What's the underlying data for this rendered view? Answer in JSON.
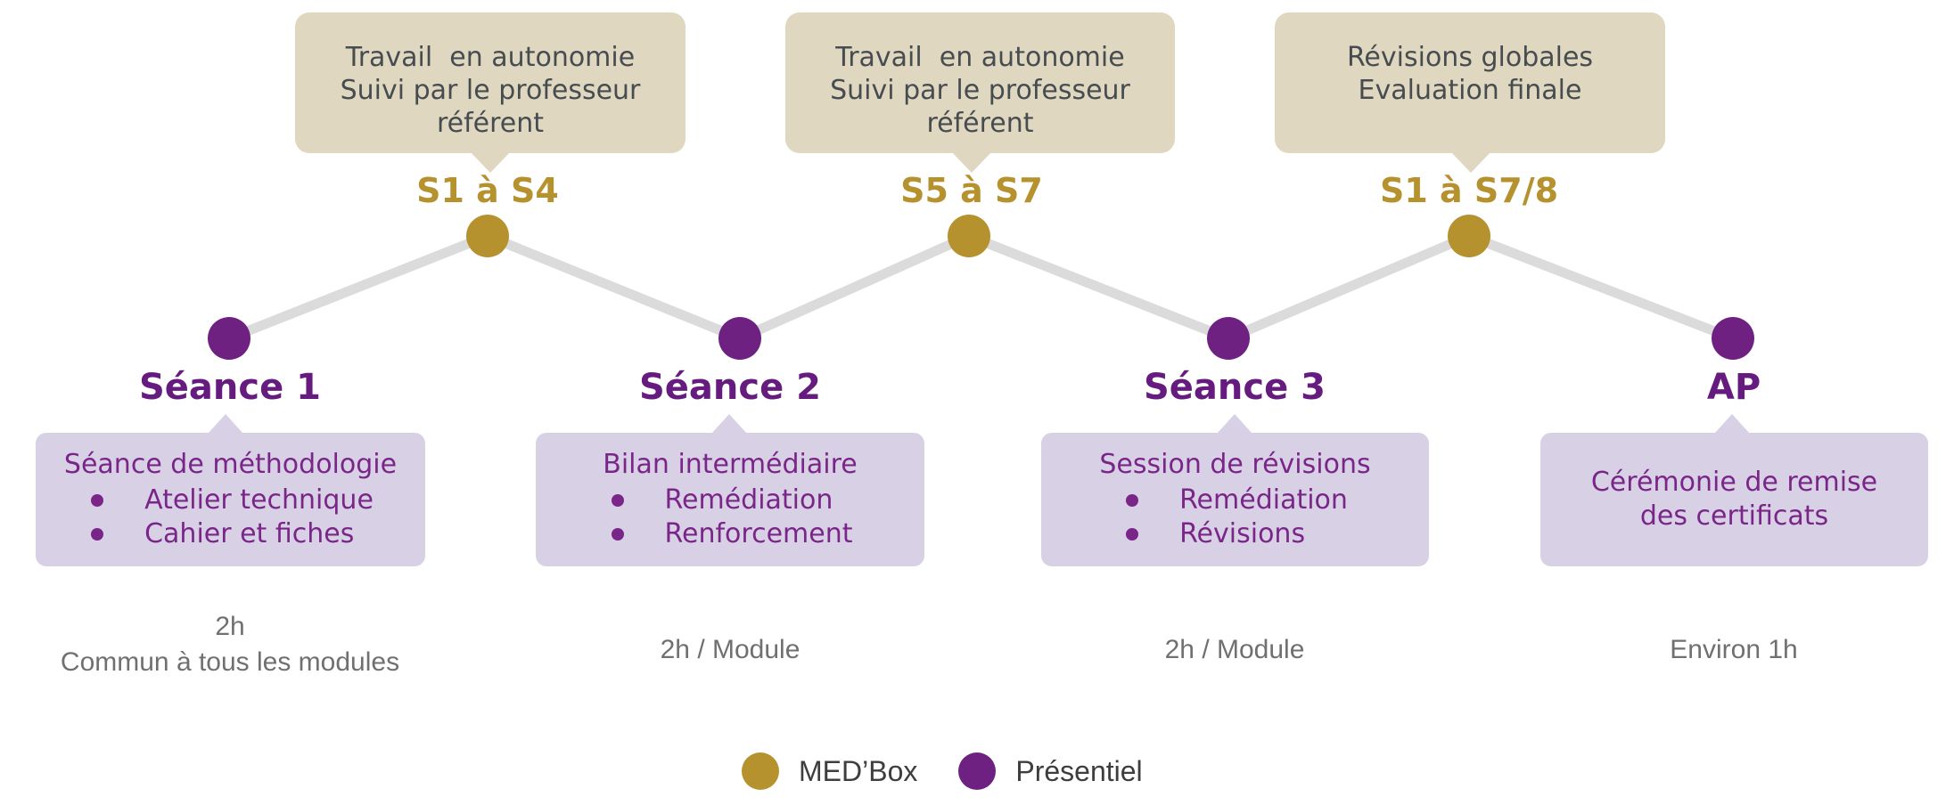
{
  "milestones": [
    {
      "label": "S1 à S4",
      "lines": [
        "Travail  en autonomie",
        "Suivi par le professeur",
        "référent"
      ]
    },
    {
      "label": "S5 à S7",
      "lines": [
        "Travail  en autonomie",
        "Suivi par le professeur",
        "référent"
      ]
    },
    {
      "label": "S1 à S7/8",
      "lines": [
        "Révisions globales",
        "Evaluation finale"
      ]
    }
  ],
  "sessions": [
    {
      "title": "Séance 1",
      "heading": "Séance de méthodologie",
      "bullets": [
        "Atelier technique",
        "Cahier et fiches"
      ],
      "duration_lines": [
        "2h",
        "Commun à tous les modules"
      ]
    },
    {
      "title": "Séance 2",
      "heading": "Bilan intermédiaire",
      "bullets": [
        "Remédiation",
        "Renforcement"
      ],
      "duration_lines": [
        "2h / Module"
      ]
    },
    {
      "title": "Séance 3",
      "heading": "Session de révisions",
      "bullets": [
        "Remédiation",
        "Révisions"
      ],
      "duration_lines": [
        "2h / Module"
      ]
    },
    {
      "title": "AP",
      "heading": "Cérémonie de remise des certificats",
      "bullets": [],
      "duration_lines": [
        "Environ 1h"
      ]
    }
  ],
  "legend": [
    {
      "label": "MED’Box",
      "color": "#B6922F"
    },
    {
      "label": "Présentiel",
      "color": "#6F2181"
    }
  ],
  "colors": {
    "gold": "#B6922F",
    "purple_dot": "#6F2181",
    "session_title": "#661C7E",
    "session_text": "#7A2688",
    "callout_bg": "#DFD7BF",
    "callout_text": "#474C51",
    "session_bg": "#D8D1E6",
    "zigzag_line": "#DBDBDB",
    "duration_text": "#707070",
    "legend_text": "#3E3E3E"
  }
}
